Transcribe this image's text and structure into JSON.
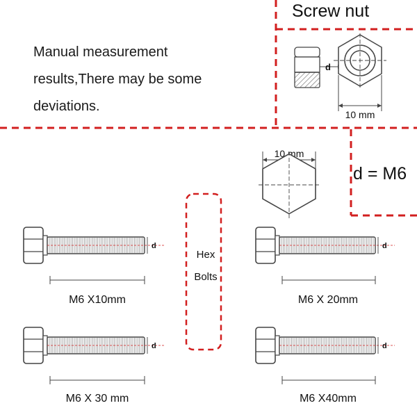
{
  "note": {
    "lines": [
      "Manual measurement",
      "results,There may be some",
      "deviations."
    ]
  },
  "nut": {
    "title": "Screw nut",
    "d_label": "d",
    "width_label": "10 mm"
  },
  "d_value": "d = M6",
  "hex_head": {
    "width_label": "10 mm"
  },
  "hex_bolts": {
    "line1": "Hex",
    "line2": "Bolts"
  },
  "bolts": [
    {
      "caption": "M6 X10mm",
      "d_label": "d"
    },
    {
      "caption": "M6 X 20mm",
      "d_label": "d"
    },
    {
      "caption": "M6 X 30 mm",
      "d_label": "d"
    },
    {
      "caption": "M6 X40mm",
      "d_label": "d"
    }
  ],
  "colors": {
    "dash": "#d21f1f",
    "line": "#444444",
    "thread": "#9a9a9a"
  }
}
